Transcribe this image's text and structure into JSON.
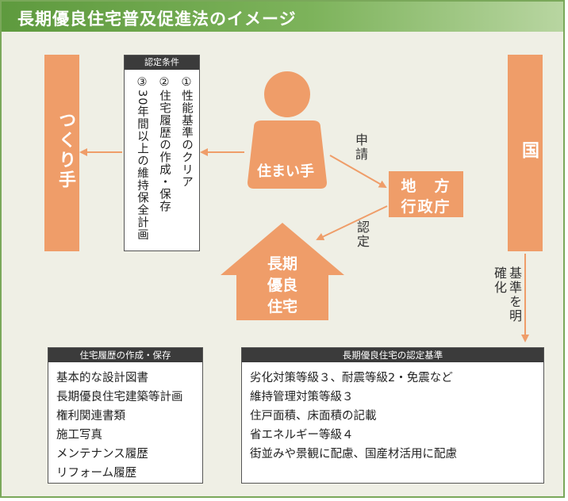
{
  "title": "長期優良住宅普及促進法のイメージ",
  "left_actor": "つくり手",
  "right_actor": "国",
  "conditions": {
    "header": "認定条件",
    "items": [
      "①性能基準のクリア",
      "②住宅履歴の作成・保存",
      "③30年間以上の維持保全計画"
    ]
  },
  "resident": "住まい手",
  "local_gov": {
    "line1": "地　方",
    "line2": "行政庁"
  },
  "arrow_apply": "申請",
  "arrow_certify": "認定",
  "arrow_clarify": "基準を明確化",
  "house": {
    "line1": "長期",
    "line2": "優良",
    "line3": "住宅"
  },
  "history_box": {
    "header": "住宅履歴の作成・保存",
    "items": [
      "基本的な設計図書",
      "長期優良住宅建築等計画",
      "権利関連書類",
      "施工写真",
      "メンテナンス履歴",
      "リフォーム履歴"
    ]
  },
  "criteria_box": {
    "header": "長期優良住宅の認定基準",
    "items": [
      "劣化対策等級３、耐震等級2・免震など",
      "維持管理対策等級３",
      "住戸面積、床面積の記載",
      "省エネルギー等級４",
      "街並みや景観に配慮、国産材活用に配慮"
    ]
  },
  "colors": {
    "accent": "#ef9d69",
    "title_bar": "#6aa647",
    "background": "#efefe5",
    "box_header": "#3b3b3b"
  }
}
